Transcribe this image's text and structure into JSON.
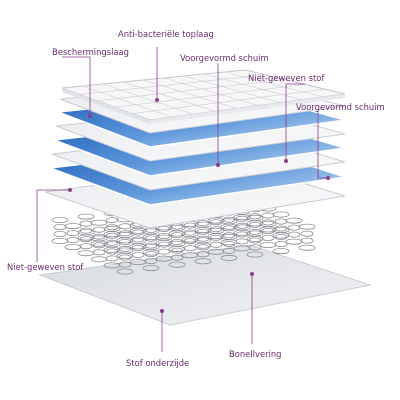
{
  "labels": {
    "antibacterial_top": "Anti-bacteriële toplaag",
    "protective_layer": "Beschermingslaag",
    "shaped_foam_1": "Voorgevormd schuim",
    "nonwoven_top": "Niet-geweven stof",
    "shaped_foam_2": "Voorgevormd schuim",
    "nonwoven_left": "Niet-geweven stof",
    "bottom_fabric": "Stof onderzijde",
    "bonnell_springs": "Bonellvering"
  },
  "colors": {
    "label_text": "#6b2a6b",
    "leader_line": "#8a3f8a",
    "foam_blue_dark": "#2f6fc4",
    "foam_blue_light": "#bcd6f2",
    "layer_white": "#f4f5f7",
    "layer_edge": "#c9cdd3",
    "spring": "#8c8f94"
  }
}
